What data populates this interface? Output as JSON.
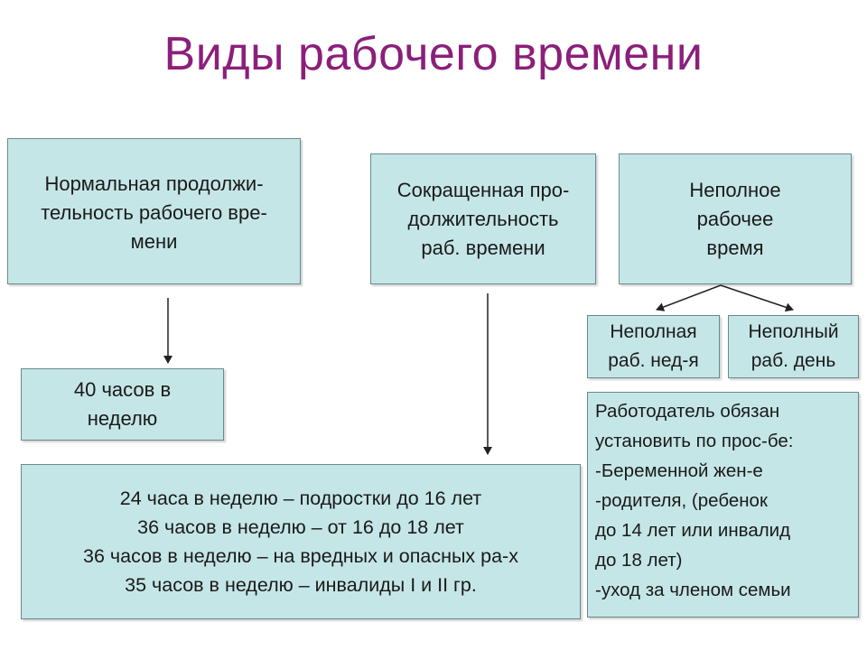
{
  "title": "Виды рабочего времени",
  "normal": {
    "lines": [
      "Нормальная продолжи-",
      "тельность рабочего вре-",
      "мени"
    ]
  },
  "normal_detail": {
    "lines": [
      "40 часов в",
      "неделю"
    ]
  },
  "reduced": {
    "lines": [
      "Сокращенная про-",
      "должительность",
      "раб. времени"
    ]
  },
  "reduced_detail": {
    "lines": [
      "24 часа в неделю – подростки до 16 лет",
      "36 часов в неделю – от 16 до 18 лет",
      "36 часов в неделю – на вредных и опасных ра-х",
      "35 часов в неделю – инвалиды I и II гр."
    ]
  },
  "partial": {
    "lines": [
      "Неполное",
      "рабочее",
      "время"
    ]
  },
  "partial_week": {
    "lines": [
      "Неполная",
      "раб. нед-я"
    ]
  },
  "partial_day": {
    "lines": [
      "Неполный",
      "раб. день"
    ]
  },
  "partial_detail": {
    "lines": [
      "Работодатель обязан",
      "установить по прос-бе:",
      "-Беременной жен-е",
      "-родителя, (ребенок",
      "до 14 лет или инвалид",
      "до 18 лет)",
      "-уход за членом семьи"
    ]
  },
  "colors": {
    "title": "#8b1f7a",
    "box_fill": "#c5e6e6",
    "box_border": "#6a8a8a"
  }
}
